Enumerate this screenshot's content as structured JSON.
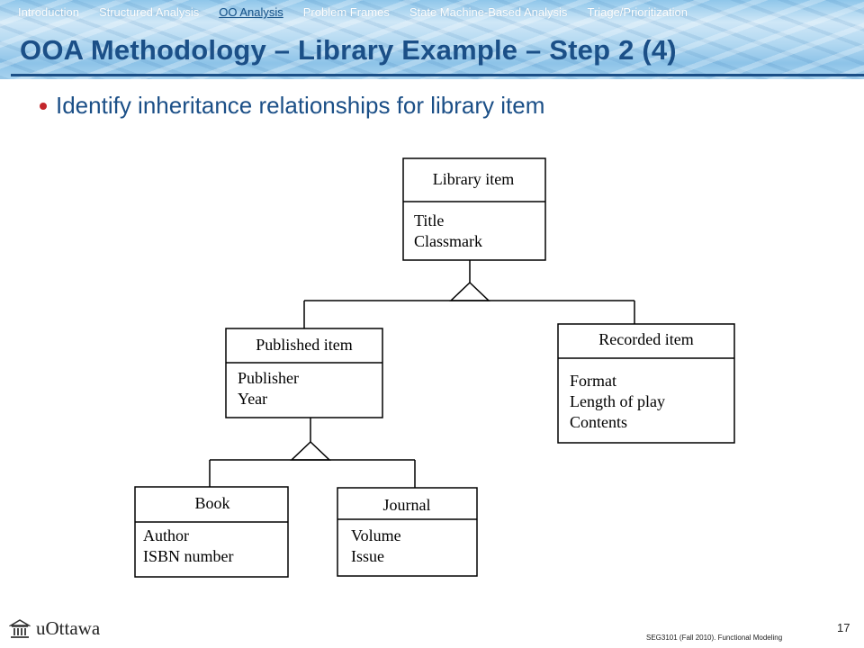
{
  "nav": {
    "items": [
      {
        "label": "Introduction",
        "active": false
      },
      {
        "label": "Structured Analysis",
        "active": false
      },
      {
        "label": "OO Analysis",
        "active": true
      },
      {
        "label": "Problem Frames",
        "active": false
      },
      {
        "label": "State Machine-Based Analysis",
        "active": false
      },
      {
        "label": "Triage/Prioritization",
        "active": false
      }
    ]
  },
  "slide": {
    "title": "OOA Methodology – Library Example – Step 2 (4)",
    "bullet": "Identify inheritance relationships for library item"
  },
  "diagram": {
    "classes": [
      {
        "name": "Library item",
        "attributes": [
          "Title",
          "Classmark"
        ]
      },
      {
        "name": "Published item",
        "attributes": [
          "Publisher",
          "Year"
        ]
      },
      {
        "name": "Recorded item",
        "attributes": [
          "Format",
          "Length of play",
          "Contents"
        ]
      },
      {
        "name": "Book",
        "attributes": [
          "Author",
          "ISBN number"
        ]
      },
      {
        "name": "Journal",
        "attributes": [
          "Volume",
          "Issue"
        ]
      }
    ]
  },
  "footer": {
    "logo_text": "uOttawa",
    "course_text": "SEG3101 (Fall 2010).  Functional Modeling",
    "slide_number": "17"
  },
  "colors": {
    "title": "#1b4f87",
    "bullet_dot": "#c3262b",
    "active_nav": "#17548b"
  }
}
